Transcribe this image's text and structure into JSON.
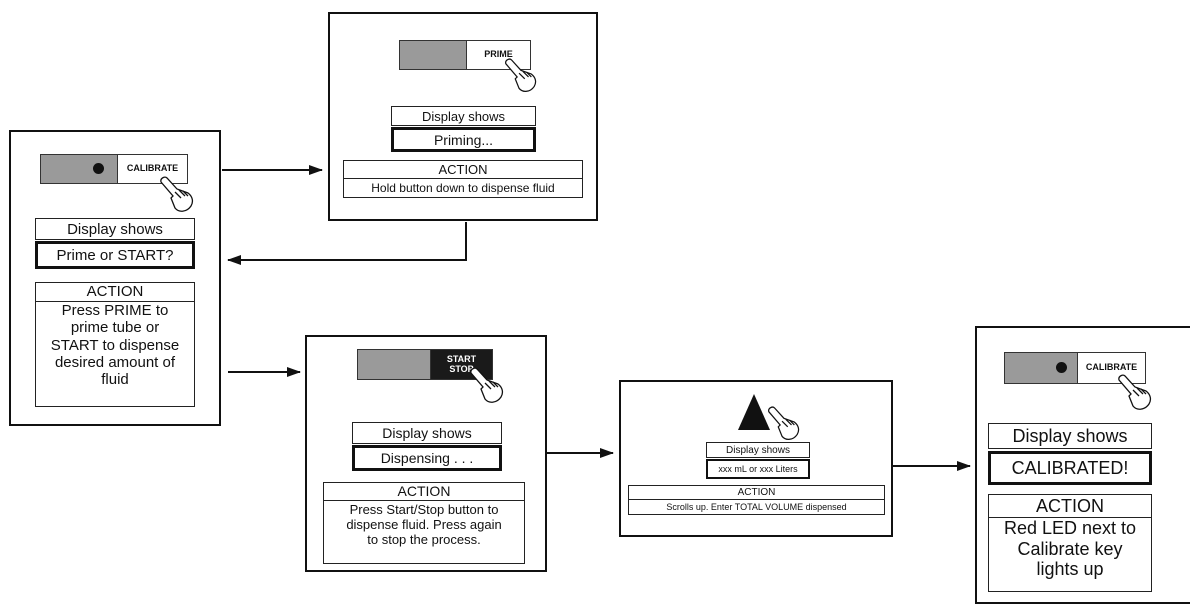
{
  "panels": {
    "calibrate_start": {
      "key_label": "CALIBRATE",
      "display_label": "Display shows",
      "display_value": "Prime or START?",
      "action_title": "ACTION",
      "action_lines": [
        "Press PRIME to",
        "prime tube or",
        "START to dispense",
        "desired amount of",
        "fluid"
      ]
    },
    "prime": {
      "key_label": "PRIME",
      "display_label": "Display shows",
      "display_value": "Priming...",
      "action_title": "ACTION",
      "action_text": "Hold button down to dispense fluid"
    },
    "start_stop": {
      "key_label_1": "START",
      "key_label_2": "STOP",
      "display_label": "Display shows",
      "display_value": "Dispensing . . .",
      "action_title": "ACTION",
      "action_lines": [
        "Press Start/Stop button to",
        "dispense fluid.  Press again",
        "to stop the process."
      ]
    },
    "scroll_up": {
      "display_label": "Display shows",
      "display_value": "xxx mL or xxx Liters",
      "action_title": "ACTION",
      "action_text": "Scrolls up.  Enter TOTAL VOLUME dispensed"
    },
    "calibrated": {
      "key_label": "CALIBRATE",
      "display_label": "Display shows",
      "display_value": "CALIBRATED!",
      "action_title": "ACTION",
      "action_lines": [
        "Red LED next to",
        "Calibrate key",
        "lights up"
      ]
    }
  },
  "icons": {
    "hand": "pointing-hand-icon",
    "up_arrow": "up-arrow-key-icon",
    "led": "led-dot-icon"
  }
}
